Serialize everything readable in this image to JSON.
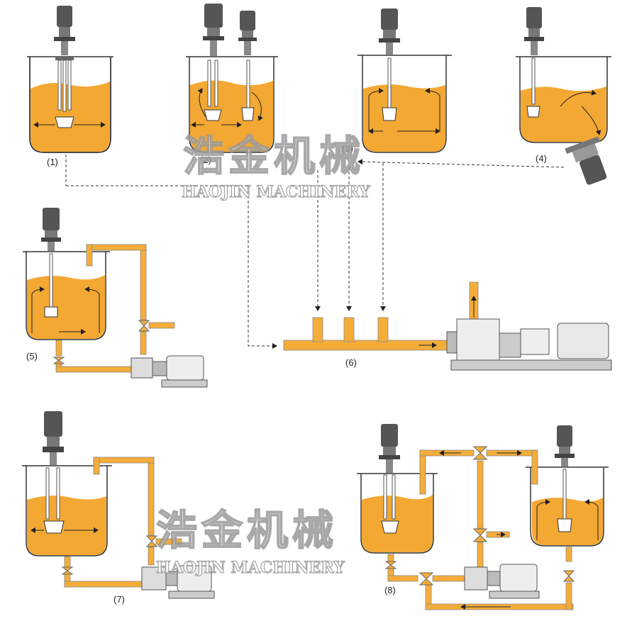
{
  "colors": {
    "liquid": "#f3a833",
    "pipe": "#f5ad3a",
    "outline": "#333333",
    "motor": "#555555",
    "watermark_stroke": "#9a9a9a"
  },
  "labels": {
    "d1": "(1)",
    "d2": "(2)",
    "d3": "(3)",
    "d4": "(4)",
    "d5": "(5)",
    "d6": "(6)",
    "d7": "(7)",
    "d8": "(8)"
  },
  "watermark": {
    "cn": "浩金机械",
    "en": "HAOJIN MACHINERY"
  }
}
